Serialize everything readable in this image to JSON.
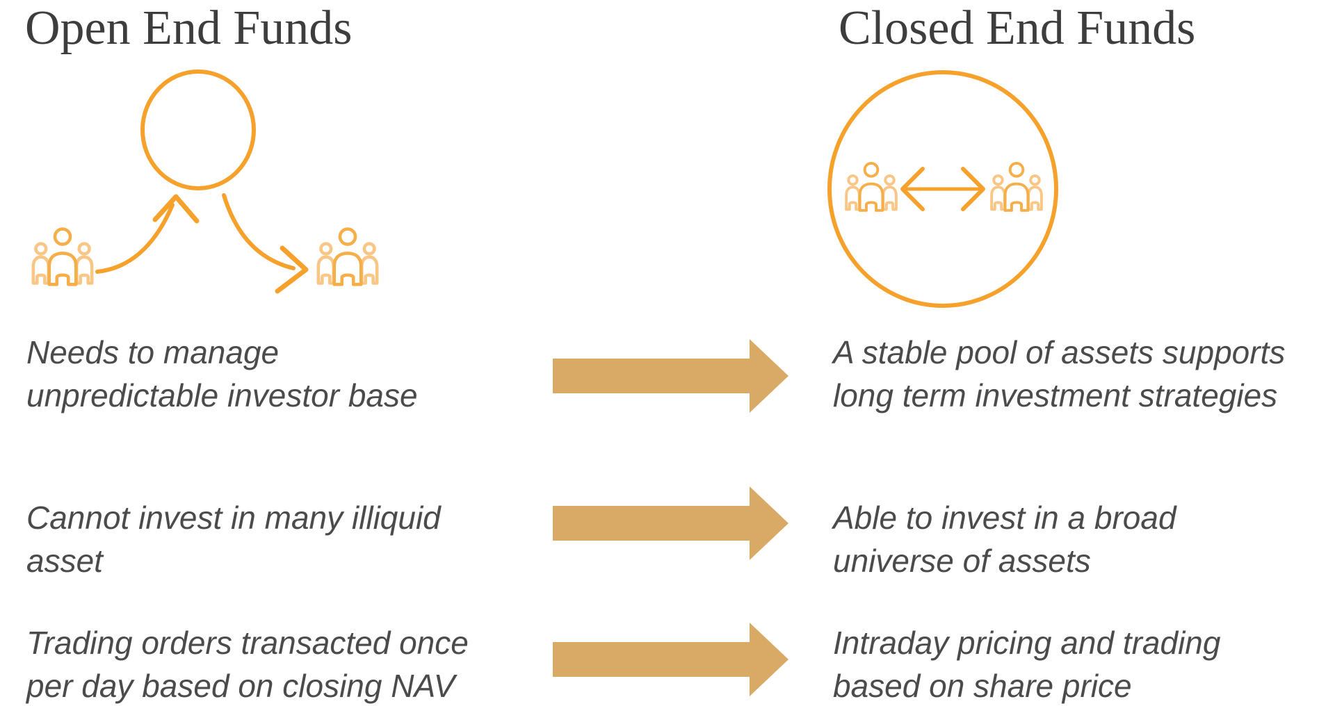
{
  "theme": {
    "background": "#ffffff",
    "icon_orange": "#F5A12C",
    "icon_orange_mid": "#F6AE48",
    "icon_orange_light": "#F9C685",
    "block_arrow_color": "#D9A966",
    "title_color": "#3D3D3D",
    "body_color": "#4B4B4B"
  },
  "header": {
    "left_title": "Open End Funds",
    "right_title": "Closed End Funds"
  },
  "icons": {
    "left": "open-end-fund-flow-icon",
    "right": "closed-end-fund-exchange-icon"
  },
  "comparison_rows": [
    {
      "left_lines": [
        "Needs to manage",
        "unpredictable investor base"
      ],
      "right_lines": [
        "A stable pool of assets supports",
        "long term investment strategies"
      ]
    },
    {
      "left_lines": [
        "Cannot invest in many illiquid",
        "asset"
      ],
      "right_lines": [
        "Able to invest in a broad",
        "universe of assets"
      ]
    },
    {
      "left_lines": [
        "Trading orders transacted once",
        "per day based on closing NAV"
      ],
      "right_lines": [
        "Intraday pricing and trading",
        "based on share price"
      ]
    }
  ]
}
